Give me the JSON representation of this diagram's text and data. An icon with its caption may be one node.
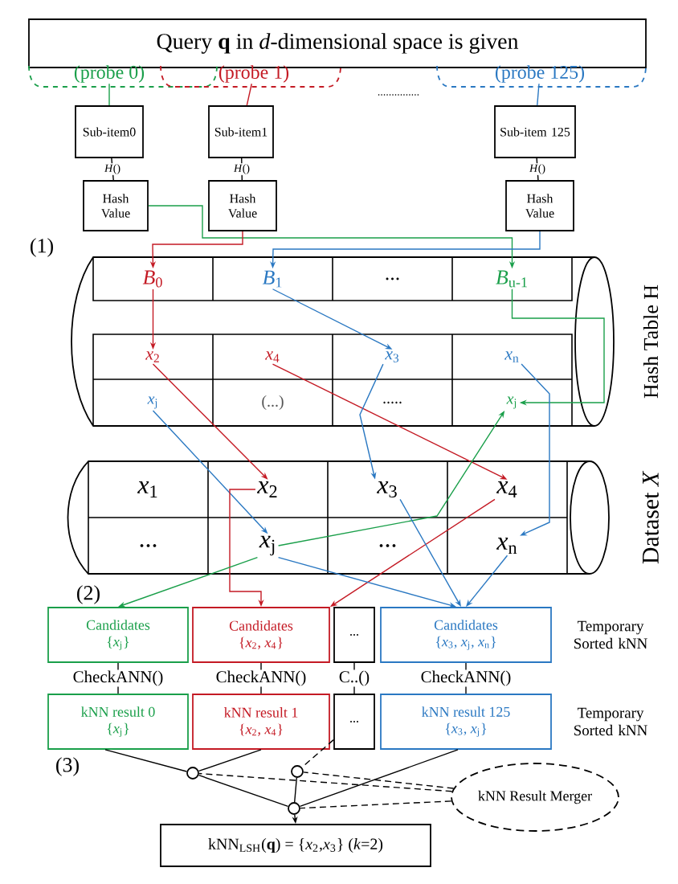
{
  "diagram": {
    "nodes": [
      {
        "text": [
          "Query **q** in *d*-dimensional space is given"
        ]
      },
      {
        "text": [
          "(probe 0)"
        ]
      },
      {
        "text": [
          "(probe 1)"
        ]
      },
      {
        "text": [
          "(probe 125)"
        ]
      },
      {
        "text": [
          "Sub-item0"
        ]
      },
      {
        "text": [
          "Sub-item1"
        ]
      },
      {
        "text": [
          "Sub-item 125"
        ]
      },
      {
        "text": [
          "Hash Value"
        ]
      },
      {
        "text": [
          "Hash Value"
        ]
      },
      {
        "text": [
          "Hash Value"
        ]
      },
      {
        "text": [
          "Hash Table H"
        ]
      },
      {
        "text": [
          "*B*$_{0}$"
        ],
        "in": 10
      },
      {
        "text": [
          "*B*$_{1}$"
        ],
        "in": 10
      },
      {
        "text": [
          "..."
        ],
        "in": 10
      },
      {
        "text": [
          "*B*$_{u-1}$"
        ],
        "in": 10
      },
      {
        "text": [
          "*x*$_{2}$"
        ],
        "in": 10
      },
      {
        "text": [
          "*x*$_{4}$"
        ],
        "in": 10
      },
      {
        "text": [
          "*x*$_{3}$"
        ],
        "in": 10
      },
      {
        "text": [
          "*x*$_{n}$"
        ],
        "in": 10
      },
      {
        "text": [
          "*x*$_{j}$"
        ],
        "in": 10
      },
      {
        "text": [
          "(...)"
        ],
        "in": 10
      },
      {
        "text": [
          "....."
        ],
        "in": 10
      },
      {
        "text": [
          "*x*$_{j}$"
        ],
        "in": 10
      },
      {
        "text": [
          "Dataset *X*"
        ]
      },
      {
        "text": [
          "*x*$_{1}$"
        ],
        "in": 23
      },
      {
        "text": [
          "*x*$_{2}$"
        ],
        "in": 23
      },
      {
        "text": [
          "*x*$_{3}$"
        ],
        "in": 23
      },
      {
        "text": [
          "*x*$_{4}$"
        ],
        "in": 23
      },
      {
        "text": [
          "..."
        ],
        "in": 23
      },
      {
        "text": [
          "*x*$_{j}$"
        ],
        "in": 23
      },
      {
        "text": [
          "..."
        ],
        "in": 23
      },
      {
        "text": [
          "*x*$_{n}$"
        ],
        "in": 23
      },
      {
        "text": [
          "Candidates",
          "{*x*$_{j}$}"
        ]
      },
      {
        "text": [
          "Candidates",
          "{*x*$_{2}$, *x*$_{4}$}"
        ]
      },
      {
        "text": [
          "..."
        ]
      },
      {
        "text": [
          "Candidates",
          "{*x*$_{3}$, *x*$_{j}$, *x*$_{n}$}"
        ]
      },
      {
        "text": [
          "kNN result 0",
          "{*x*$_{j}$}"
        ]
      },
      {
        "text": [
          "kNN result 1",
          "{*x*$_{2}$, *x*$_{4}$}"
        ]
      },
      {
        "text": [
          "..."
        ]
      },
      {
        "text": [
          "kNN result 125",
          "{*x*$_{3}$, *x*$_{j}$}"
        ]
      },
      {
        "text": [],
        "shape": "circle"
      },
      {
        "text": [],
        "shape": "circle"
      },
      {
        "text": [],
        "shape": "circle"
      },
      {
        "text": [
          "kNN Result Merger"
        ]
      },
      {
        "text": [
          "kNN$_{LSH}$(**q**) = {*x*$_{2}$,*x*$_{3}$} (*k*=2)"
        ]
      }
    ],
    "edges": [
      {
        "from": 1,
        "to": 4,
        "arrow": "none",
        "color": "#1a9f4a"
      },
      {
        "from": 2,
        "to": 5,
        "arrow": "none",
        "color": "#c41a24"
      },
      {
        "from": 3,
        "to": 6,
        "arrow": "none",
        "color": "#2a78c2"
      },
      {
        "from": 4,
        "to": 7,
        "arrow": "none",
        "label": "*H*()"
      },
      {
        "from": 5,
        "to": 8,
        "arrow": "none",
        "label": "*H*()"
      },
      {
        "from": 6,
        "to": 9,
        "arrow": "none",
        "label": "*H*()"
      },
      {
        "from": 7,
        "to": 14,
        "arrow": "to",
        "color": "#1a9f4a"
      },
      {
        "from": 8,
        "to": 11,
        "arrow": "to",
        "color": "#c41a24"
      },
      {
        "from": 9,
        "to": 12,
        "arrow": "to",
        "color": "#2a78c2"
      },
      {
        "from": 11,
        "to": 15,
        "arrow": "to",
        "color": "#c41a24"
      },
      {
        "from": 12,
        "to": 17,
        "arrow": "to",
        "color": "#2a78c2"
      },
      {
        "from": 14,
        "to": 22,
        "arrow": "to",
        "color": "#1a9f4a"
      },
      {
        "from": 15,
        "to": 25,
        "arrow": "to",
        "color": "#c41a24"
      },
      {
        "from": 16,
        "to": 27,
        "arrow": "to",
        "color": "#c41a24"
      },
      {
        "from": 17,
        "to": 26,
        "arrow": "to",
        "color": "#2a78c2"
      },
      {
        "from": 18,
        "to": 31,
        "arrow": "to",
        "color": "#2a78c2"
      },
      {
        "from": 19,
        "to": 29,
        "arrow": "to",
        "color": "#2a78c2"
      },
      {
        "from": 29,
        "to": 22,
        "arrow": "to",
        "color": "#1a9f4a"
      },
      {
        "from": 25,
        "to": 33,
        "arrow": "to",
        "color": "#c41a24"
      },
      {
        "from": 27,
        "to": 33,
        "arrow": "to",
        "color": "#c41a24"
      },
      {
        "from": 29,
        "to": 32,
        "arrow": "to",
        "color": "#1a9f4a"
      },
      {
        "from": 26,
        "to": 35,
        "arrow": "to",
        "color": "#2a78c2"
      },
      {
        "from": 29,
        "to": 35,
        "arrow": "to",
        "color": "#2a78c2"
      },
      {
        "from": 31,
        "to": 35,
        "arrow": "to",
        "color": "#2a78c2"
      },
      {
        "from": 32,
        "to": 36,
        "arrow": "none",
        "label": "CheckANN()"
      },
      {
        "from": 33,
        "to": 37,
        "arrow": "none",
        "label": "CheckANN()"
      },
      {
        "from": 34,
        "to": 38,
        "arrow": "none",
        "label": "C..()"
      },
      {
        "from": 35,
        "to": 39,
        "arrow": "none",
        "label": "CheckANN()"
      },
      {
        "from": 36,
        "to": 40,
        "arrow": "none"
      },
      {
        "from": 37,
        "to": 40,
        "arrow": "none"
      },
      {
        "from": 38,
        "to": 41,
        "arrow": "none",
        "style": "dashed"
      },
      {
        "from": 39,
        "to": 42,
        "arrow": "none"
      },
      {
        "from": 40,
        "to": 42,
        "arrow": "none"
      },
      {
        "from": 41,
        "to": 42,
        "arrow": "none"
      },
      {
        "from": 42,
        "to": 44,
        "arrow": "to"
      },
      {
        "from": 43,
        "to": 40,
        "arrow": "none",
        "style": "dashed"
      },
      {
        "from": 43,
        "to": 41,
        "arrow": "none",
        "style": "dashed"
      },
      {
        "from": 43,
        "to": 42,
        "arrow": "none",
        "style": "dashed"
      }
    ],
    "labels": [
      "...............",
      "(1)",
      "(2)",
      "Temporary Sorted kNN",
      "Temporary Sorted kNN",
      "(3)"
    ]
  }
}
